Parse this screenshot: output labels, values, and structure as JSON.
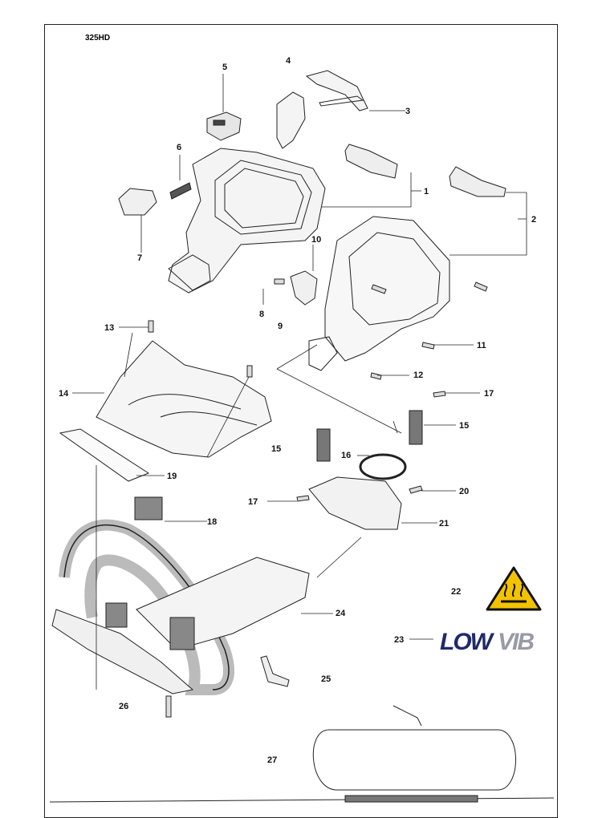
{
  "model": "325HD",
  "callouts": [
    {
      "id": "1",
      "text": "1"
    },
    {
      "id": "2",
      "text": "2"
    },
    {
      "id": "3",
      "text": "3"
    },
    {
      "id": "4",
      "text": "4"
    },
    {
      "id": "5",
      "text": "5"
    },
    {
      "id": "6",
      "text": "6"
    },
    {
      "id": "7",
      "text": "7"
    },
    {
      "id": "8",
      "text": "8"
    },
    {
      "id": "9",
      "text": "9"
    },
    {
      "id": "10",
      "text": "10"
    },
    {
      "id": "11",
      "text": "11"
    },
    {
      "id": "12",
      "text": "12"
    },
    {
      "id": "13",
      "text": "13"
    },
    {
      "id": "14",
      "text": "14"
    },
    {
      "id": "15a",
      "text": "15"
    },
    {
      "id": "15b",
      "text": "15"
    },
    {
      "id": "16",
      "text": "16"
    },
    {
      "id": "17a",
      "text": "17"
    },
    {
      "id": "17b",
      "text": "17"
    },
    {
      "id": "18",
      "text": "18"
    },
    {
      "id": "19",
      "text": "19"
    },
    {
      "id": "20",
      "text": "20"
    },
    {
      "id": "21",
      "text": "21"
    },
    {
      "id": "22",
      "text": "22"
    },
    {
      "id": "23",
      "text": "23"
    },
    {
      "id": "24",
      "text": "24"
    },
    {
      "id": "25",
      "text": "25"
    },
    {
      "id": "26",
      "text": "26"
    },
    {
      "id": "27",
      "text": "27"
    }
  ],
  "logo_text": "LOWVIB",
  "colors": {
    "line": "#222222",
    "logo_blue": "#1f2a6b",
    "logo_gray": "#9a9aa6",
    "warning_yellow": "#f3c300"
  },
  "icons": {
    "warning": "hot-surface-warning-icon"
  }
}
